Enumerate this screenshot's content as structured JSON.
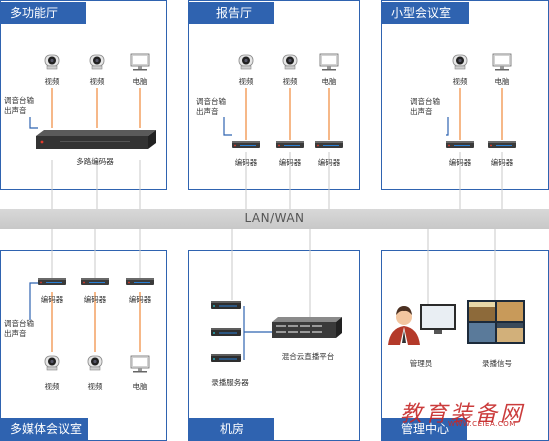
{
  "network": {
    "label": "LAN/WAN"
  },
  "rooms": {
    "multi_function": {
      "title": "多功能厅",
      "camera1": "视频",
      "camera2": "视频",
      "pc": "电脑",
      "mixer": "调音台输出声音",
      "encoder": "多路编码器"
    },
    "report": {
      "title": "报告厅",
      "camera1": "视频",
      "camera2": "视频",
      "pc": "电脑",
      "mixer": "调音台输出声音",
      "enc1": "编码器",
      "enc2": "编码器",
      "enc3": "编码器"
    },
    "small_meeting": {
      "title": "小型会议室",
      "camera": "视频",
      "pc": "电脑",
      "mixer": "调音台输出声音",
      "enc1": "编码器",
      "enc2": "编码器"
    },
    "multimedia": {
      "title": "多媒体会议室",
      "enc1": "编码器",
      "enc2": "编码器",
      "enc3": "编码器",
      "mixer": "调音台输出声音",
      "camera1": "视频",
      "camera2": "视频",
      "pc": "电脑"
    },
    "machine_room": {
      "title": "机房",
      "recorder": "录播服务器",
      "cloud": "混合云直播平台"
    },
    "management": {
      "title": "管理中心",
      "admin": "管理员",
      "signal": "录播信号"
    }
  },
  "watermark": {
    "text": "教育装备网",
    "sub": "WWW.CEIEA.COM"
  }
}
